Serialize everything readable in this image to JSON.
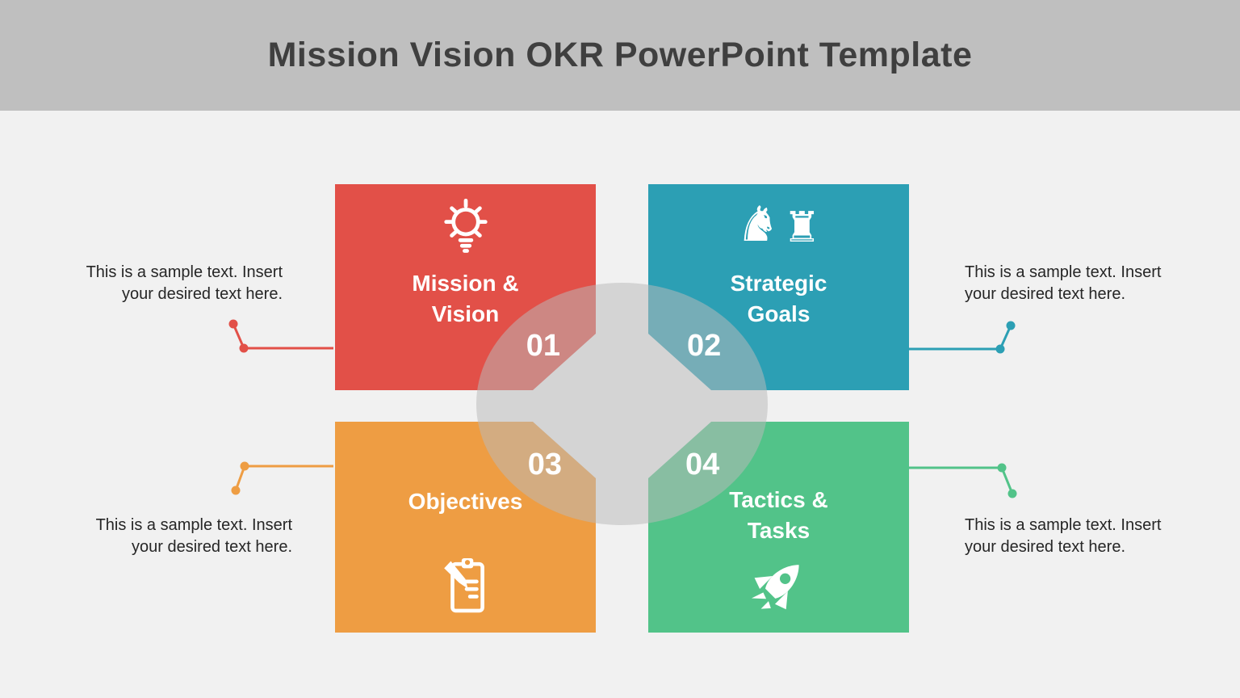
{
  "slide": {
    "title": "Mission Vision OKR PowerPoint Template"
  },
  "colors": {
    "red": "#E25048",
    "teal": "#2C9FB4",
    "orange": "#EE9D43",
    "green": "#52C389",
    "band": "#BFBFBF",
    "background": "#F1F1F1",
    "title_text": "#3F3F3F",
    "body_text": "#262626",
    "center_ellipse": "rgba(186,186,186,0.52)"
  },
  "icons": {
    "knight_glyph": "♞",
    "rook_glyph": "♜"
  },
  "quadrants": [
    {
      "number": "01",
      "title_line1": "Mission &",
      "title_line2": "Vision",
      "icon": "lightbulb-icon"
    },
    {
      "number": "02",
      "title_line1": "Strategic",
      "title_line2": "Goals",
      "icon": "chess-pieces-icon"
    },
    {
      "number": "03",
      "title_line1": "Objectives",
      "title_line2": "",
      "icon": "clipboard-pencil-icon"
    },
    {
      "number": "04",
      "title_line1": "Tactics &",
      "title_line2": "Tasks",
      "icon": "rocket-icon"
    }
  ],
  "captions": [
    {
      "line1": "This is a sample text. Insert",
      "line2": "your desired text here."
    },
    {
      "line1": "This is a sample text. Insert",
      "line2": "your desired text here."
    },
    {
      "line1": "This is a sample text. Insert",
      "line2": "your desired text here."
    },
    {
      "line1": "This is a sample text. Insert",
      "line2": "your desired text here."
    }
  ]
}
